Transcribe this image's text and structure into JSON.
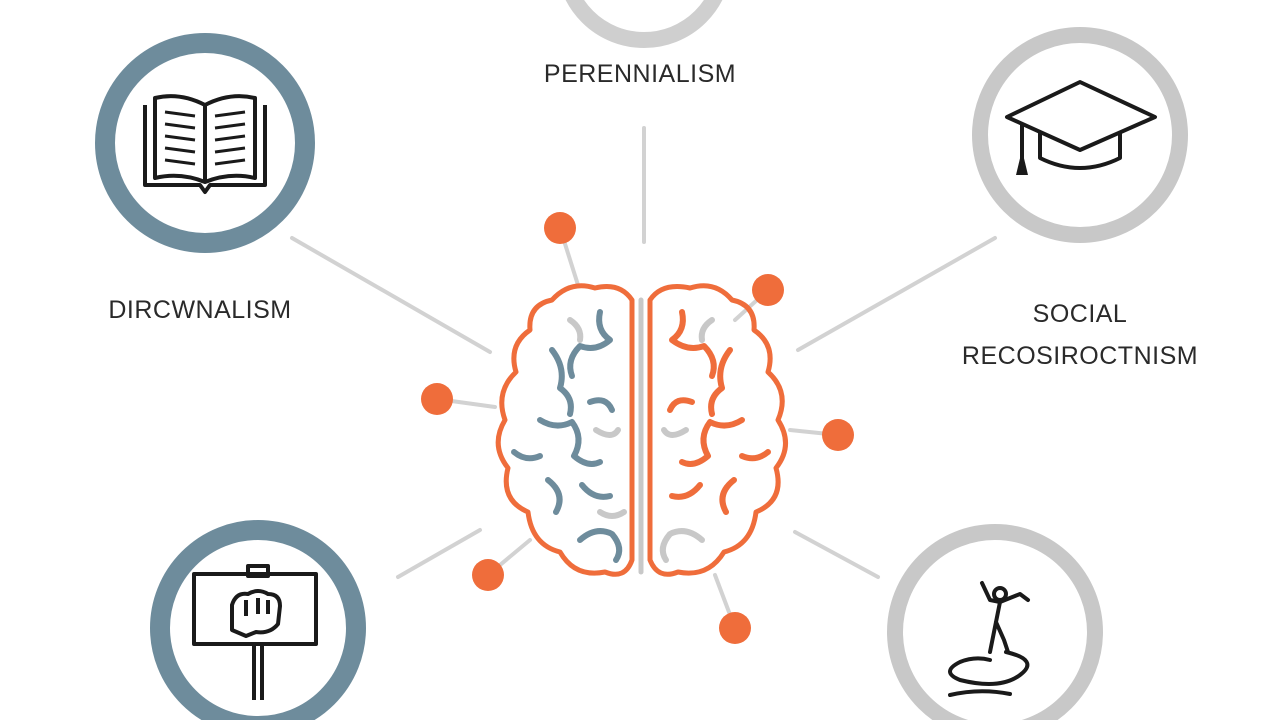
{
  "labels": {
    "top": "PERENNIALISM",
    "left": "DIRCWNALISM",
    "right_line1": "SOCIAL",
    "right_line2": "RECOSIROCTNISM"
  },
  "icons": {
    "top_left": "open-book-icon",
    "top_right": "graduation-cap-icon",
    "bottom_left": "protest-sign-fist-icon",
    "bottom_right": "climbing-figure-icon",
    "center": "brain-icon"
  },
  "colors": {
    "accent_orange": "#ef6d3b",
    "slate_blue": "#6e8c9c",
    "light_gray": "#c8c8c8",
    "line_gray": "#d2d2d2",
    "text": "#2a2a2a"
  }
}
